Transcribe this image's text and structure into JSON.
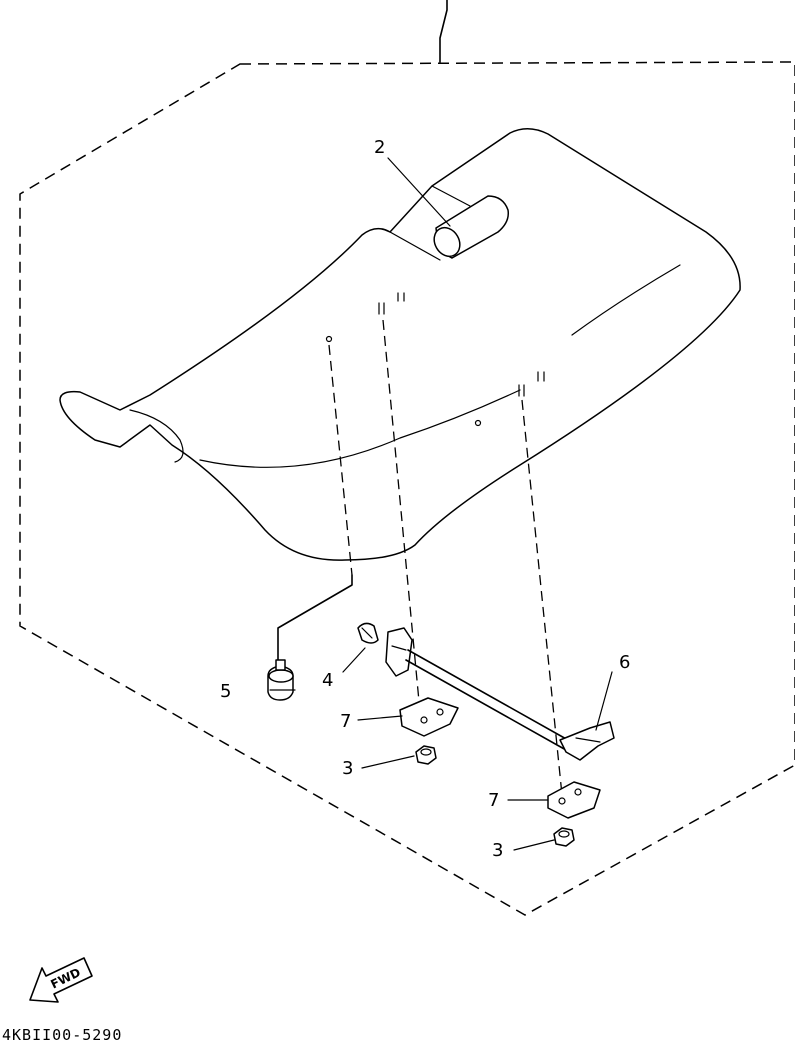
{
  "callouts": {
    "c2": "2",
    "c3a": "3",
    "c3b": "3",
    "c4": "4",
    "c5": "5",
    "c6": "6",
    "c7a": "7",
    "c7b": "7"
  },
  "fwd_arrow": {
    "label": "FWD"
  },
  "diagram_code": "4KBII00-5290"
}
